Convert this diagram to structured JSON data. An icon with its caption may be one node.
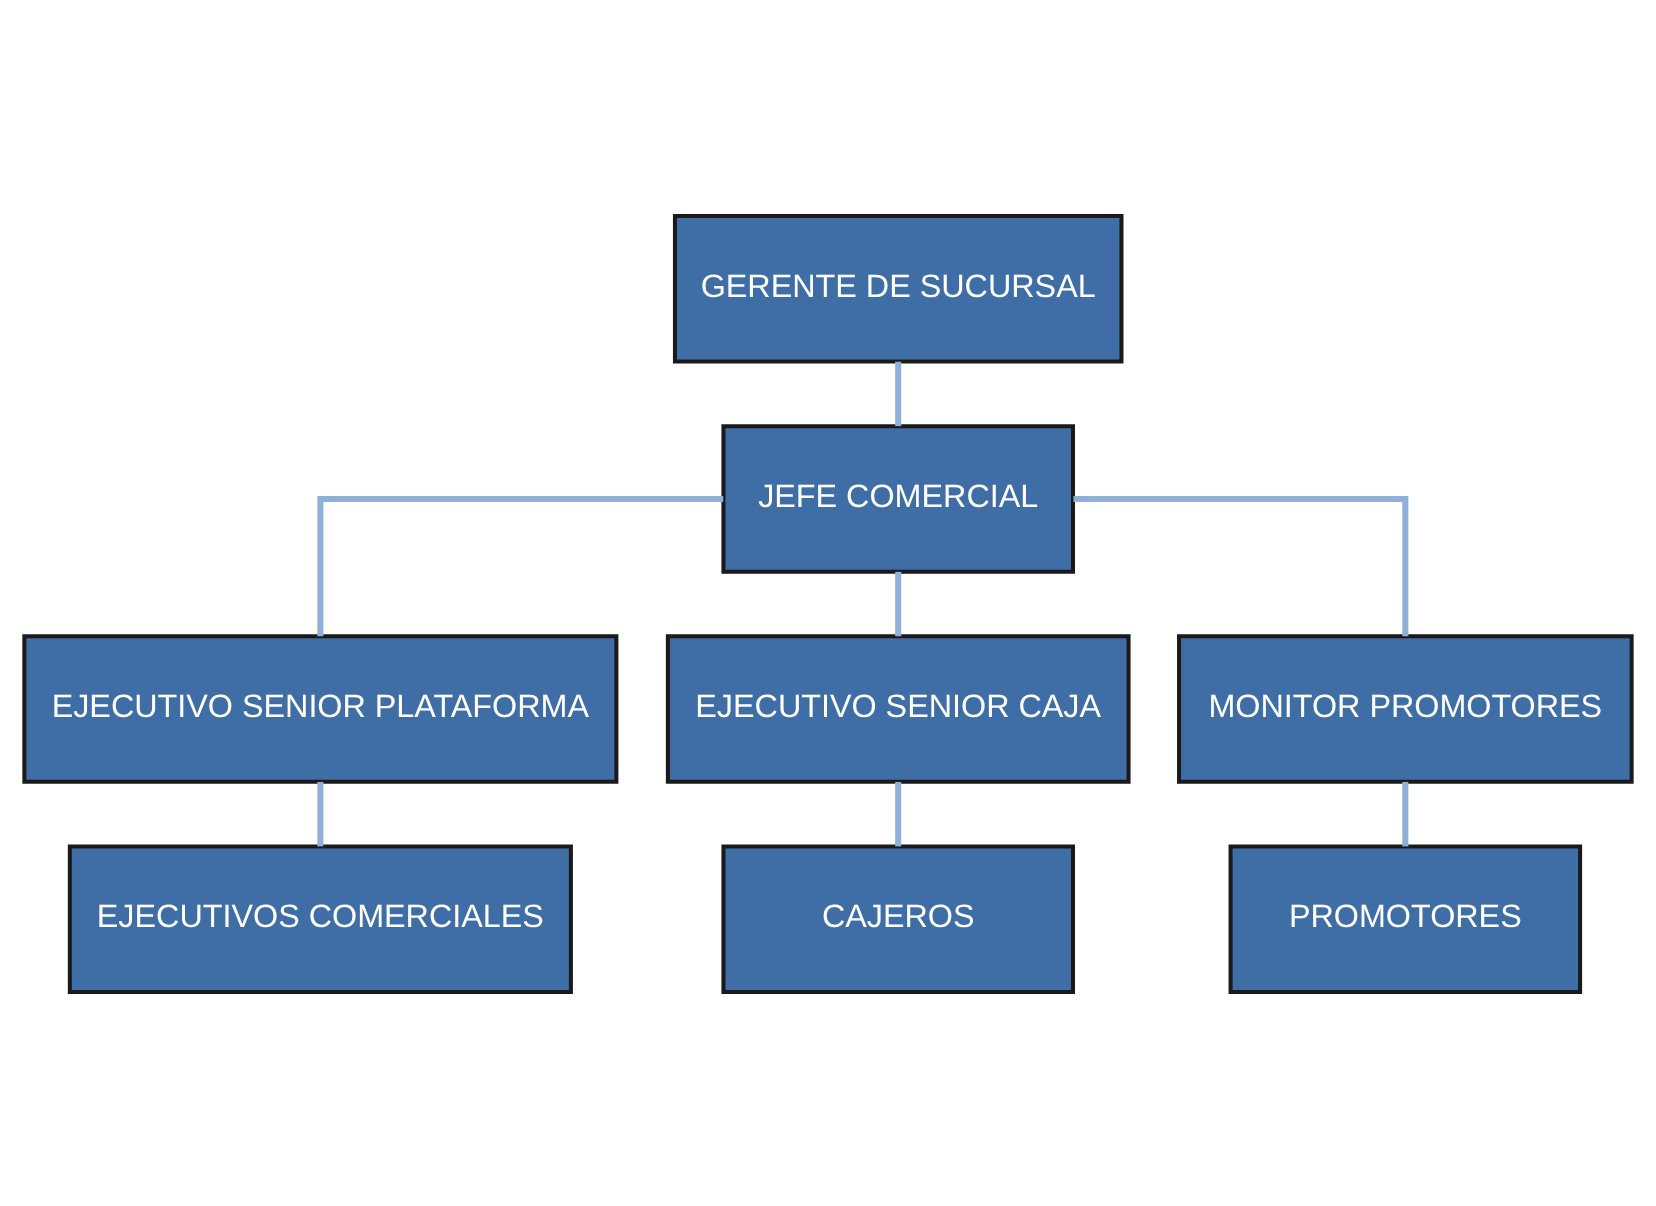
{
  "diagram": {
    "nodes": [
      {
        "text": [
          "GERENTE DE SUCURSAL"
        ]
      },
      {
        "text": [
          "JEFE COMERCIAL"
        ]
      },
      {
        "text": [
          "EJECUTIVO SENIOR PLATAFORMA"
        ]
      },
      {
        "text": [
          "EJECUTIVO SENIOR CAJA"
        ]
      },
      {
        "text": [
          "MONITOR PROMOTORES"
        ]
      },
      {
        "text": [
          "EJECUTIVOS COMERCIALES"
        ]
      },
      {
        "text": [
          "CAJEROS"
        ]
      },
      {
        "text": [
          "PROMOTORES"
        ]
      }
    ],
    "edges": [
      {
        "from": 0,
        "to": 1,
        "arrow": "none"
      },
      {
        "from": 1,
        "to": 2,
        "arrow": "none"
      },
      {
        "from": 1,
        "to": 3,
        "arrow": "none"
      },
      {
        "from": 1,
        "to": 4,
        "arrow": "none"
      },
      {
        "from": 2,
        "to": 5,
        "arrow": "none"
      },
      {
        "from": 3,
        "to": 6,
        "arrow": "none"
      },
      {
        "from": 4,
        "to": 7,
        "arrow": "none"
      }
    ]
  }
}
